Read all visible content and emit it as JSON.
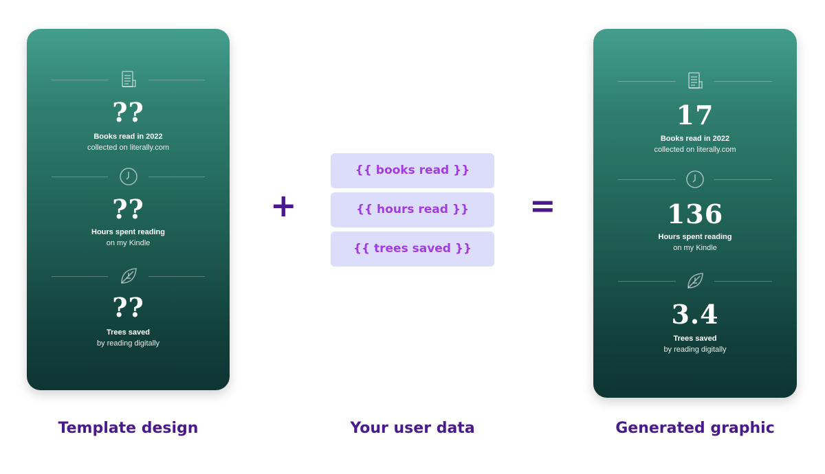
{
  "template_card": {
    "stats": [
      {
        "icon": "document-icon",
        "value": "??",
        "label": "Books read in 2022",
        "sub": "collected on literally.com"
      },
      {
        "icon": "clock-icon",
        "value": "??",
        "label": "Hours spent reading",
        "sub": "on my Kindle"
      },
      {
        "icon": "leaf-icon",
        "value": "??",
        "label": "Trees saved",
        "sub": "by reading digitally"
      }
    ]
  },
  "data_tokens": [
    "{{ books read }}",
    "{{ hours read }}",
    "{{ trees saved }}"
  ],
  "generated_card": {
    "stats": [
      {
        "icon": "document-icon",
        "value": "17",
        "label": "Books read in 2022",
        "sub": "collected on literally.com"
      },
      {
        "icon": "clock-icon",
        "value": "136",
        "label": "Hours spent reading",
        "sub": "on my Kindle"
      },
      {
        "icon": "leaf-icon",
        "value": "3.4",
        "label": "Trees saved",
        "sub": "by reading digitally"
      }
    ]
  },
  "operators": {
    "plus": "+",
    "equals": "="
  },
  "captions": {
    "template": "Template design",
    "user_data": "Your user data",
    "generated": "Generated graphic"
  },
  "colors": {
    "card_top": "#449e8c",
    "card_bottom": "#0d3533",
    "caption": "#4a1a8c",
    "token_bg": "#dcdcfb",
    "token_text": "#a13de0"
  }
}
